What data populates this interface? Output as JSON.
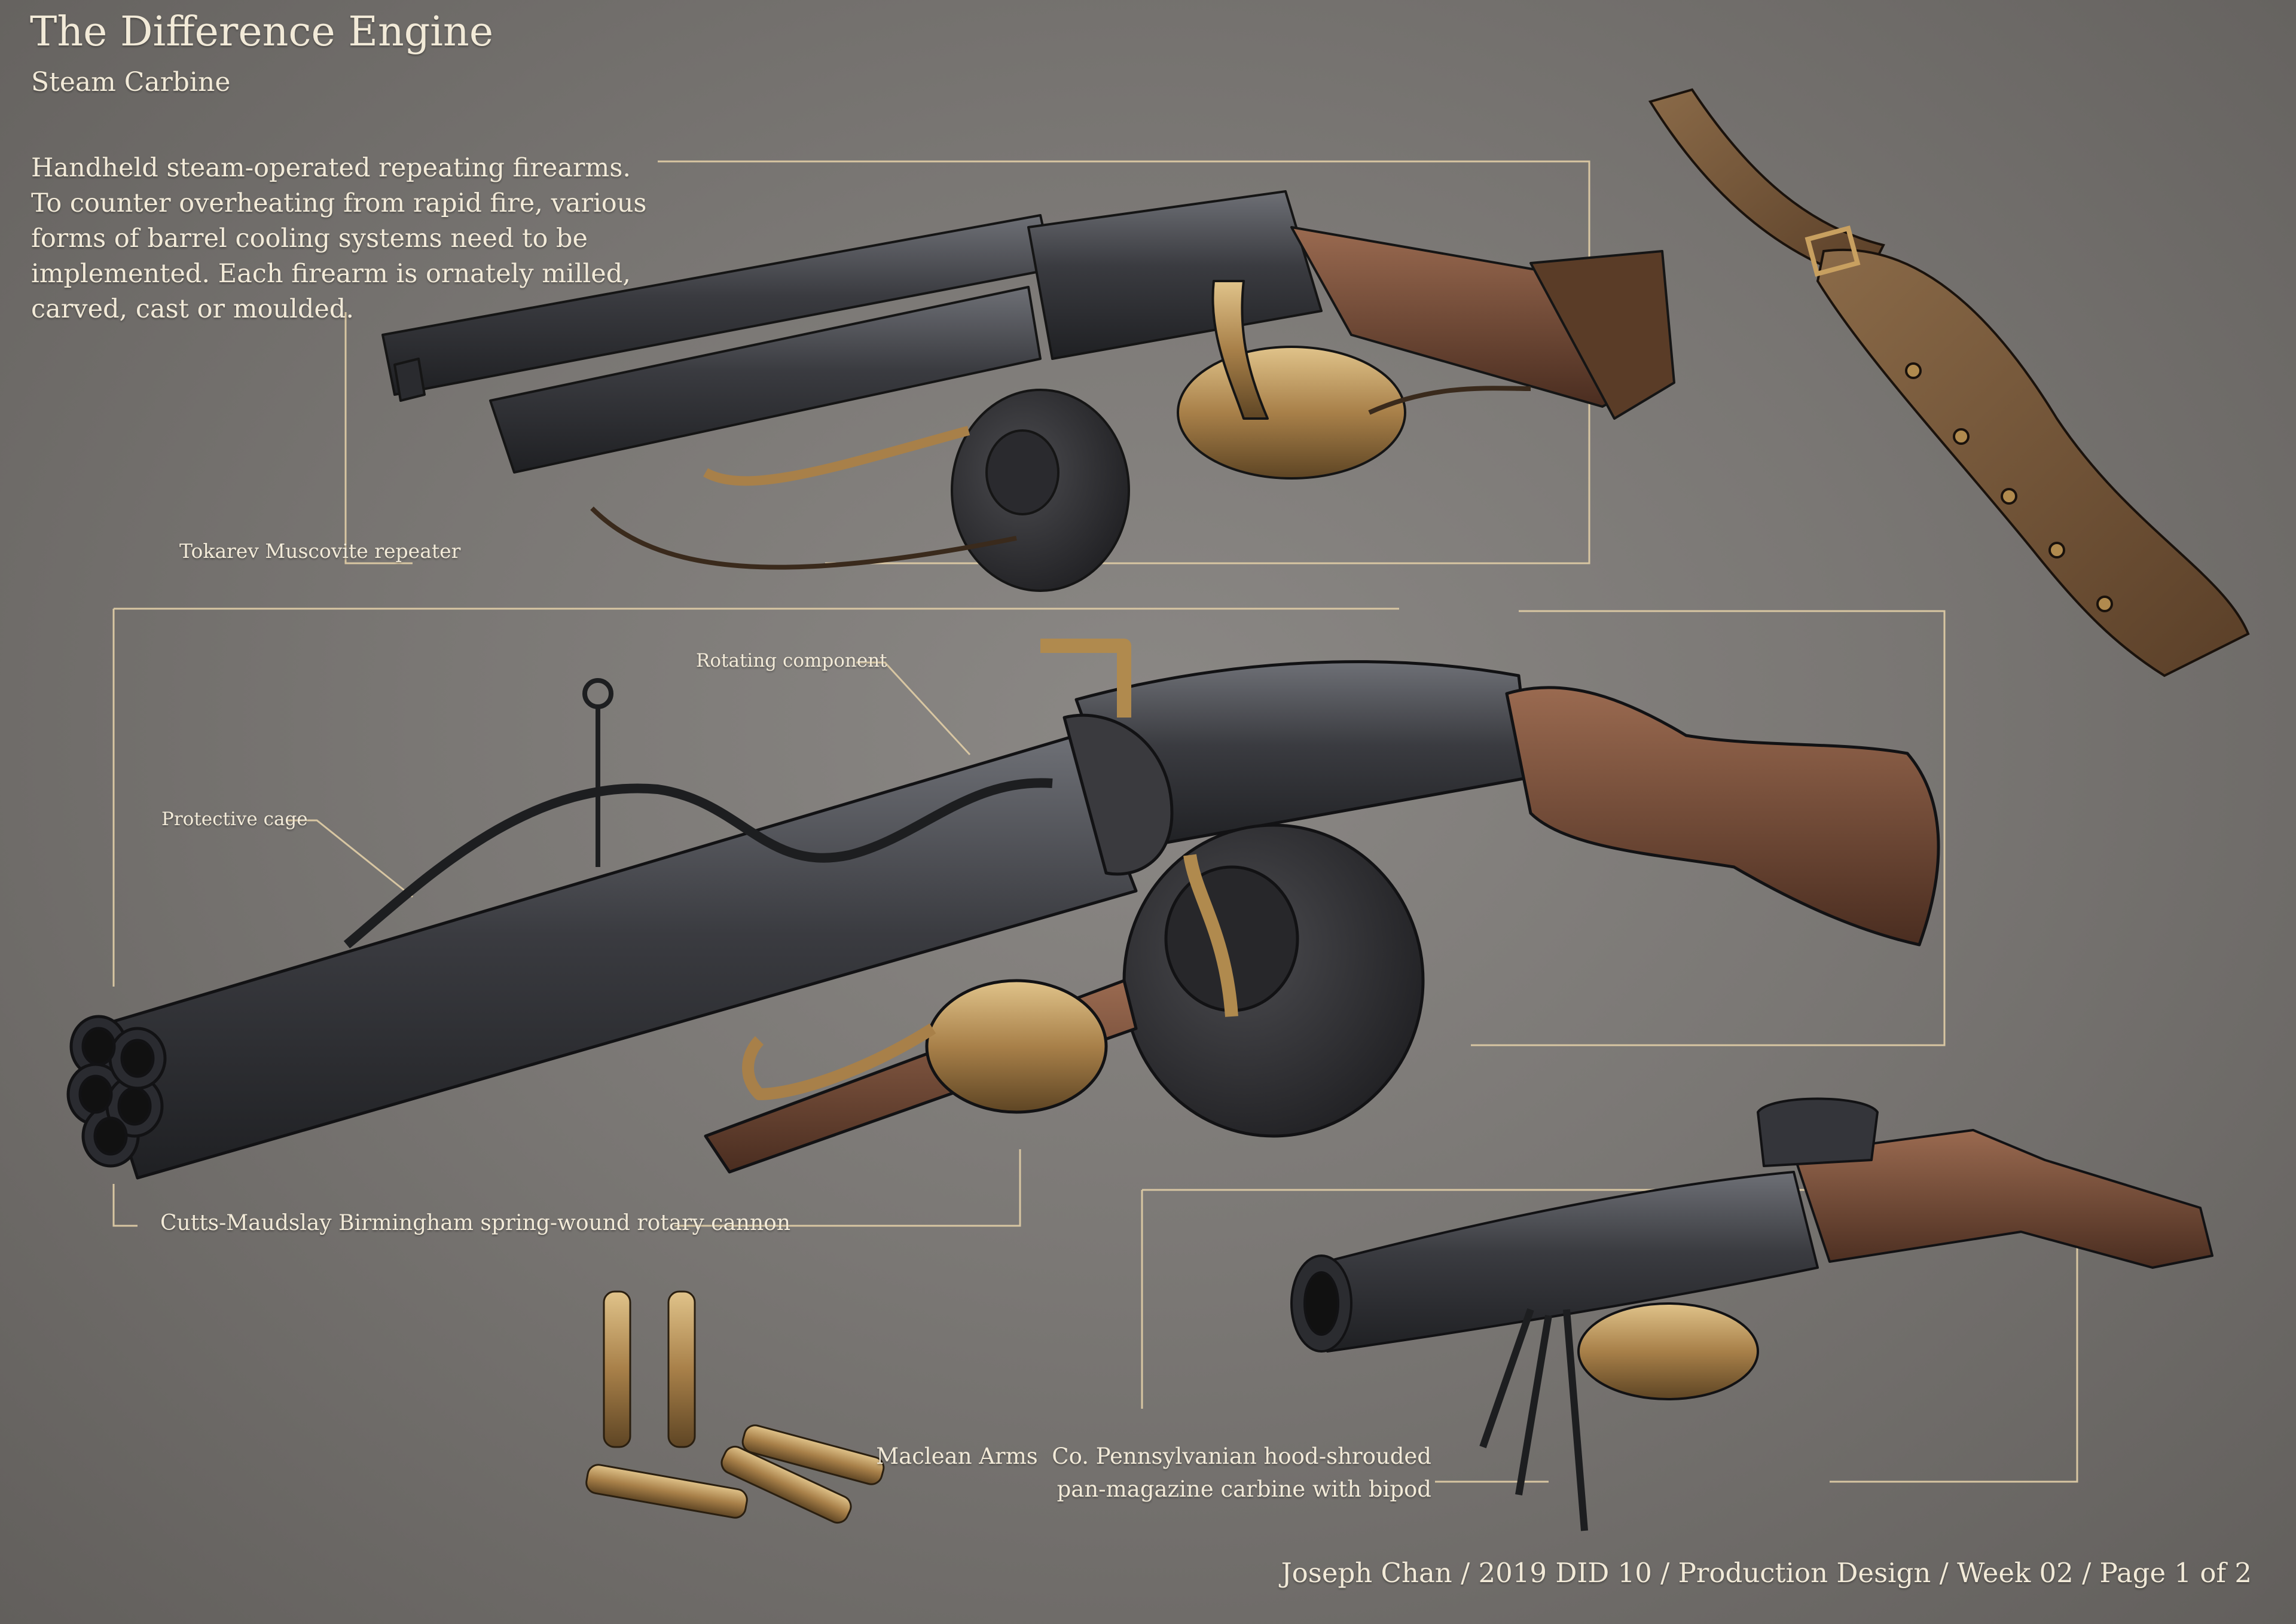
{
  "header": {
    "title": "The Difference Engine",
    "subtitle": "Steam Carbine"
  },
  "description": "Handheld steam-operated repeating firearms. To counter overheating from rapid fire, various forms of barrel cooling systems need to be implemented. Each firearm is ornately milled, carved, cast or moulded.",
  "callouts": {
    "tokarev": "Tokarev Muscovite repeater",
    "rotating_component": "Rotating component",
    "protective_cage": "Protective cage",
    "cutts": "Cutts-Maudslay Birmingham spring-wound rotary cannon",
    "maclean_line1": "Maclean Arms  Co. Pennsylvanian hood-shrouded",
    "maclean_line2": "pan-magazine carbine with bipod"
  },
  "footer": "Joseph Chan / 2019 DID 10 / Production Design / Week 02 / Page 1 of 2",
  "colors": {
    "background": "#7f7c79",
    "text": "#f2ead8",
    "guide_lines": "#d8c6a2",
    "brass": "#b08a4e",
    "gunmetal": "#3c3d40",
    "wood": "#6e4733",
    "leather": "#6b4c32"
  }
}
